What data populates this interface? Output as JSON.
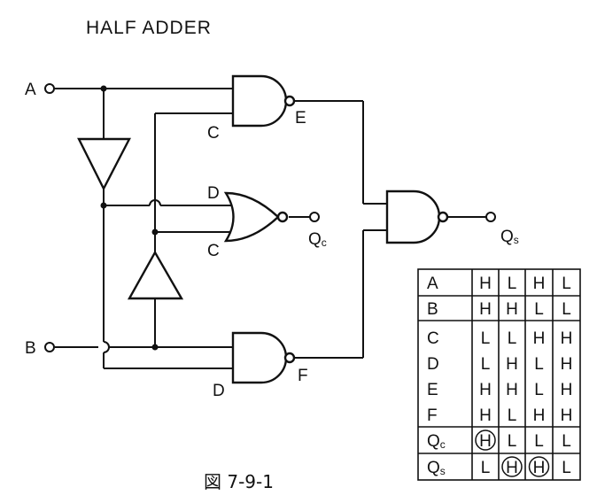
{
  "title": "HALF ADDER",
  "caption": "図 7-9-1",
  "signals": {
    "A": "A",
    "B": "B",
    "C_top": "C",
    "C_mid": "C",
    "D_mid": "D",
    "D_bot": "D",
    "E": "E",
    "F": "F",
    "Qc_main": "Q",
    "Qc_sub": "c",
    "Qs_main": "Q",
    "Qs_sub": "s"
  },
  "truth_table": {
    "rows": [
      {
        "label": "A",
        "sub": "",
        "values": [
          "H",
          "L",
          "H",
          "L"
        ],
        "circled": [
          false,
          false,
          false,
          false
        ]
      },
      {
        "label": "B",
        "sub": "",
        "values": [
          "H",
          "H",
          "L",
          "L"
        ],
        "circled": [
          false,
          false,
          false,
          false
        ]
      },
      {
        "label": "C",
        "sub": "",
        "values": [
          "L",
          "L",
          "H",
          "H"
        ],
        "circled": [
          false,
          false,
          false,
          false
        ]
      },
      {
        "label": "D",
        "sub": "",
        "values": [
          "L",
          "H",
          "L",
          "H"
        ],
        "circled": [
          false,
          false,
          false,
          false
        ]
      },
      {
        "label": "E",
        "sub": "",
        "values": [
          "H",
          "H",
          "L",
          "H"
        ],
        "circled": [
          false,
          false,
          false,
          false
        ]
      },
      {
        "label": "F",
        "sub": "",
        "values": [
          "H",
          "L",
          "H",
          "H"
        ],
        "circled": [
          false,
          false,
          false,
          false
        ]
      },
      {
        "label": "Q",
        "sub": "c",
        "values": [
          "H",
          "L",
          "L",
          "L"
        ],
        "circled": [
          true,
          false,
          false,
          false
        ]
      },
      {
        "label": "Q",
        "sub": "s",
        "values": [
          "L",
          "H",
          "H",
          "L"
        ],
        "circled": [
          false,
          true,
          true,
          false
        ]
      }
    ]
  }
}
